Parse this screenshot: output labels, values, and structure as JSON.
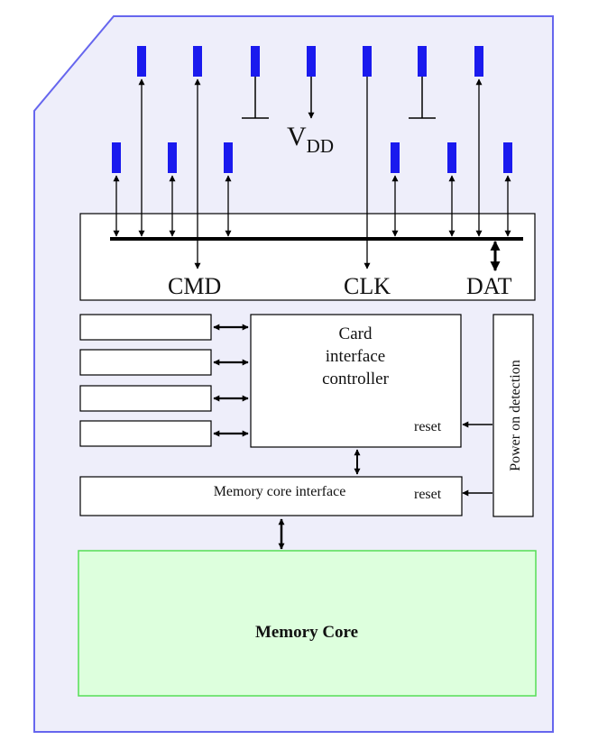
{
  "colors": {
    "card_fill": "#eeeefa",
    "card_border": "#6666ee",
    "pin": "#1a1aee",
    "block_fill": "#ffffff",
    "line": "#000000",
    "memory_core_fill": "#ddffdd",
    "memory_core_border": "#55dd55"
  },
  "labels": {
    "vdd_main": "V",
    "vdd_sub": "DD",
    "cmd": "CMD",
    "clk": "CLK",
    "dat": "DAT",
    "controller_line1": "Card",
    "controller_line2": "interface",
    "controller_line3": "controller",
    "reset_controller": "reset",
    "reset_memory_if": "reset",
    "memory_core_interface": "Memory core interface",
    "power_on_detection": "Power on detection",
    "memory_core": "Memory Core"
  },
  "icons": [
    "arrow-up-icon",
    "arrow-down-icon",
    "ground-icon"
  ]
}
